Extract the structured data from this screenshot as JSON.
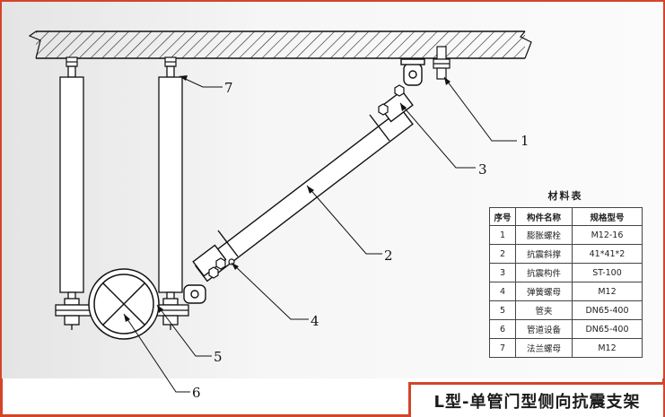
{
  "callouts": [
    "1",
    "2",
    "3",
    "4",
    "5",
    "6",
    "7"
  ],
  "table": {
    "title": "材料表",
    "headers": [
      "序号",
      "构件名称",
      "规格型号"
    ],
    "rows": [
      [
        "1",
        "膨胀螺栓",
        "M12-16"
      ],
      [
        "2",
        "抗震斜撑",
        "41*41*2"
      ],
      [
        "3",
        "抗震构件",
        "ST-100"
      ],
      [
        "4",
        "弹簧螺母",
        "M12"
      ],
      [
        "5",
        "管夹",
        "DN65-400"
      ],
      [
        "6",
        "管道设备",
        "DN65-400"
      ],
      [
        "7",
        "法兰螺母",
        "M12"
      ]
    ]
  },
  "title": "L型-单管门型侧向抗震支架",
  "colors": {
    "accent": "#d2452b",
    "line": "#111111"
  }
}
